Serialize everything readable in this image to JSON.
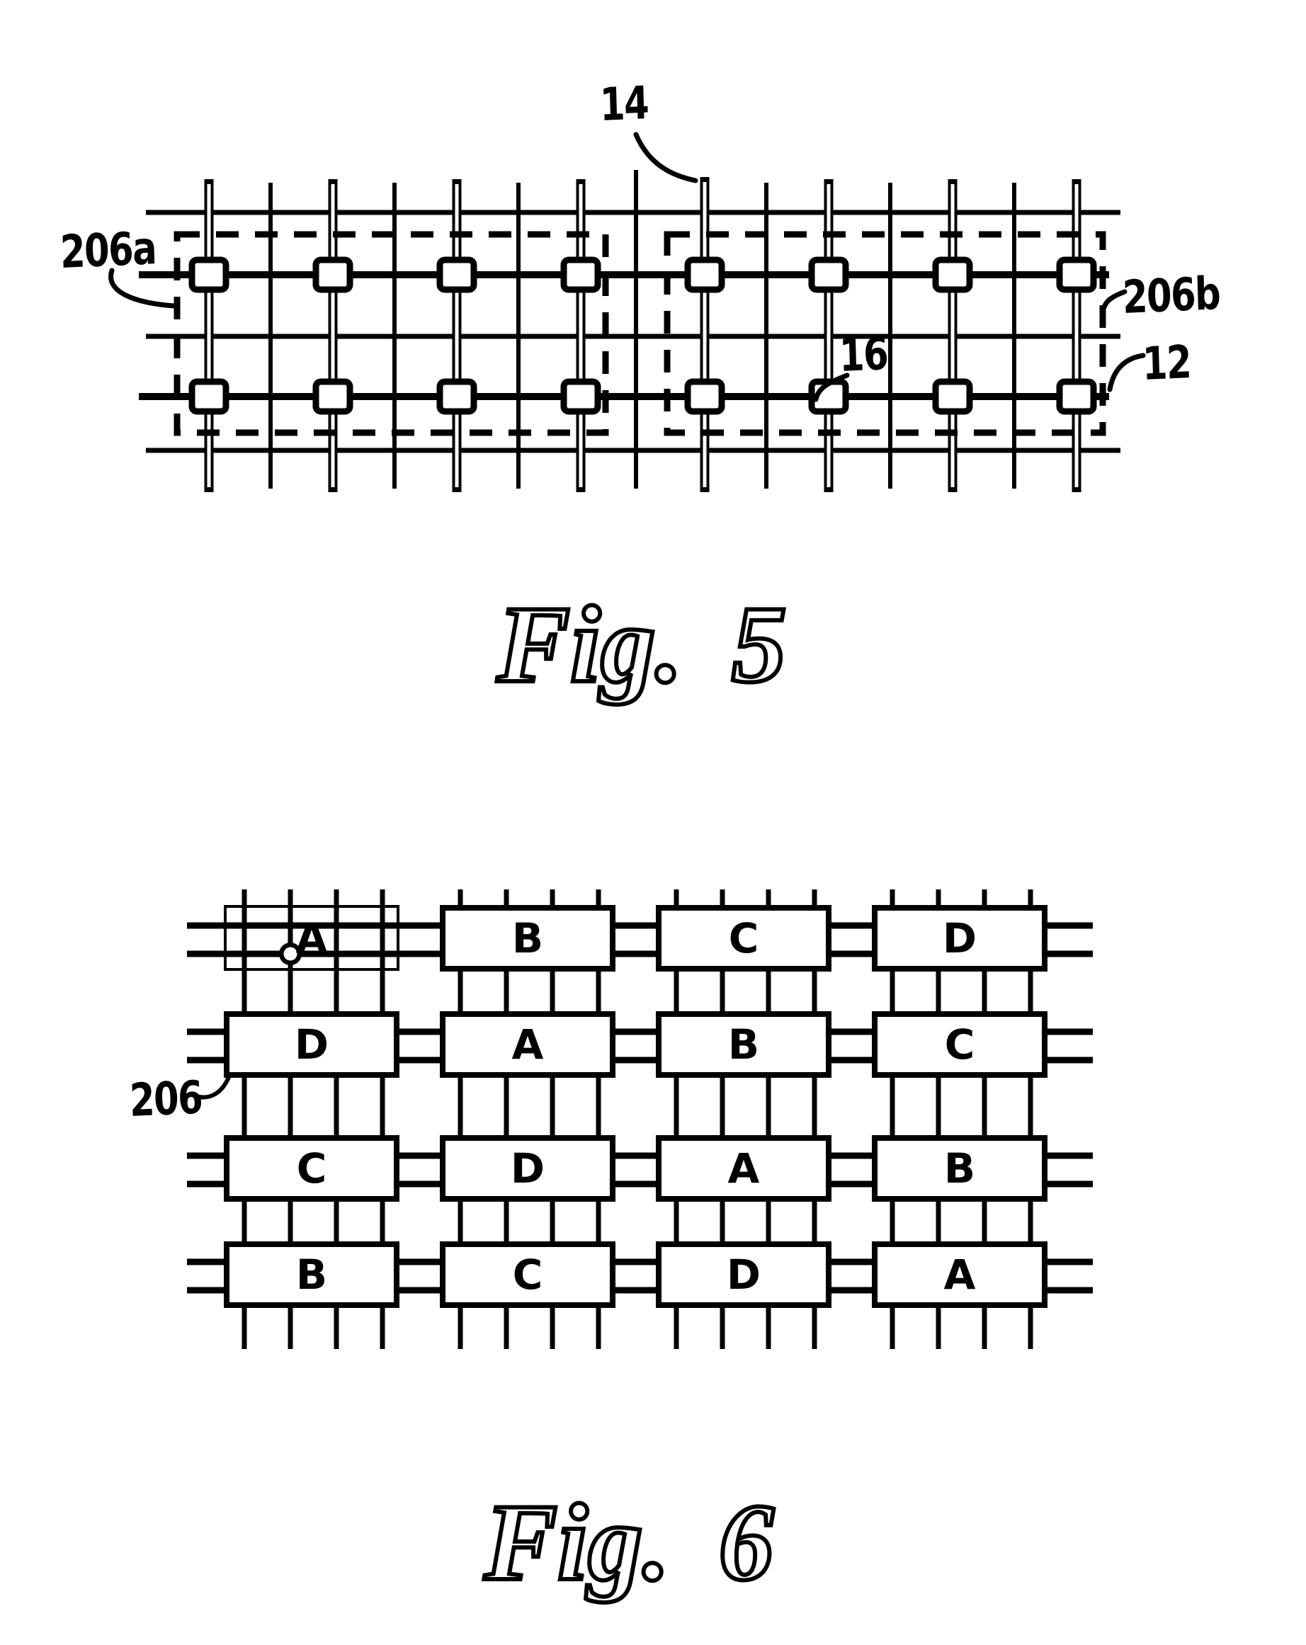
{
  "page": {
    "background": "#ffffff",
    "ink": "#000000",
    "description": "Patent drawing sheet with two crossbar-array figures"
  },
  "figure5": {
    "caption": "Fig. 5",
    "ref_labels": {
      "n14": "14",
      "n206a": "206a",
      "n206b": "206b",
      "n16": "16",
      "n12": "12"
    }
  },
  "figure6": {
    "caption": "Fig. 6",
    "ref_label_206": "206",
    "grid": [
      [
        "A",
        "B",
        "C",
        "D"
      ],
      [
        "D",
        "A",
        "B",
        "C"
      ],
      [
        "C",
        "D",
        "A",
        "B"
      ],
      [
        "B",
        "C",
        "D",
        "A"
      ]
    ]
  }
}
